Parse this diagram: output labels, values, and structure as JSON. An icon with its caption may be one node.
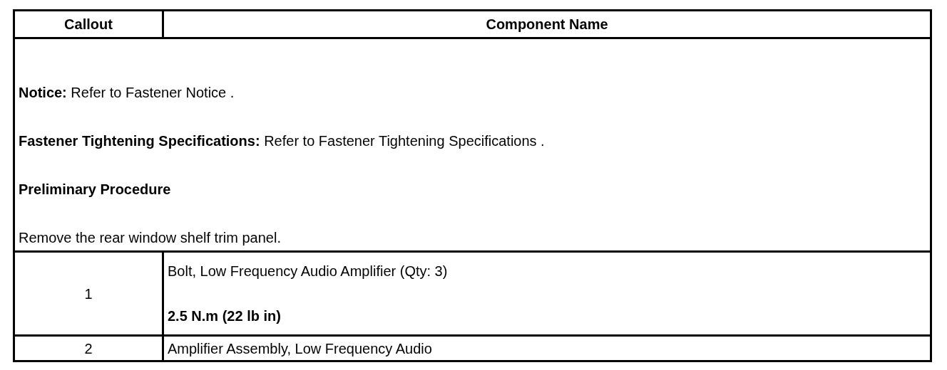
{
  "diagram": {
    "labels": [
      "Callout",
      "Component Name",
      "**Notice:** Refer to Fastener Notice .",
      "**Fastener Tightening Specifications:** Refer to Fastener Tightening Specifications .",
      "Preliminary Procedure",
      "Remove the rear window shelf trim panel.",
      "1",
      "Bolt, Low Frequency Audio Amplifier (Qty: 3)",
      "2.5 N.m (22 lb in)",
      "2",
      "Amplifier Assembly, Low Frequency Audio"
    ]
  }
}
